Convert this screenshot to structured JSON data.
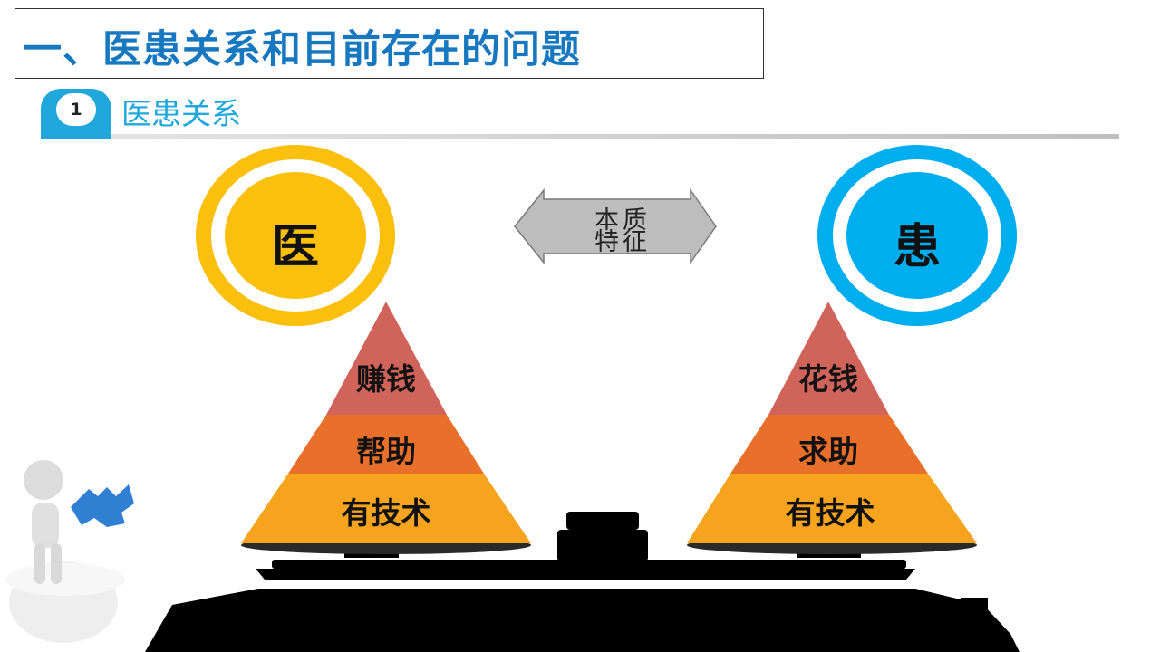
{
  "title": "一、医患关系和目前存在的问题",
  "section": {
    "number": "1",
    "label": "医患关系"
  },
  "left": {
    "char": "医",
    "tiers": [
      "赚钱",
      "帮助",
      "有技术"
    ]
  },
  "right": {
    "char": "患",
    "tiers": [
      "花钱",
      "求助",
      "有技术"
    ]
  },
  "center": {
    "line1": "本质",
    "line2": "特征"
  },
  "colors": {
    "title": "#1778c0",
    "accent": "#20a8dc",
    "doctor": "#fbbf0e",
    "patient": "#00aeef",
    "tier_top": "#d0645a",
    "tier_mid": "#e8702a",
    "tier_bottom": "#f6a41e"
  }
}
